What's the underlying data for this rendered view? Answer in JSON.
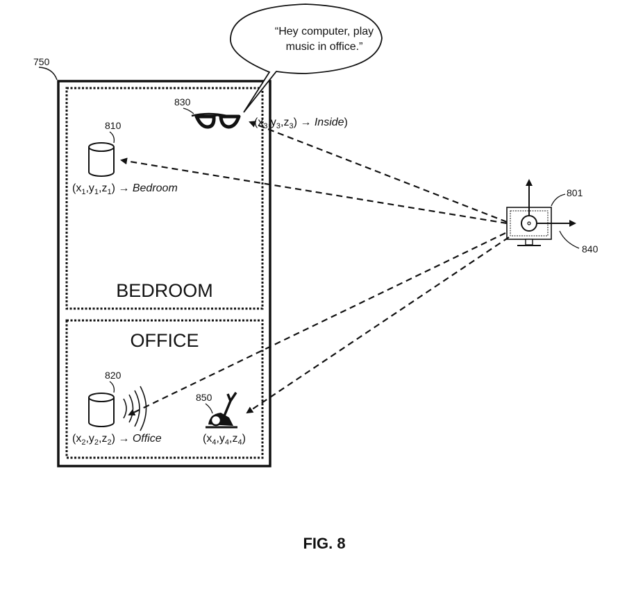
{
  "figure": {
    "caption": "FIG. 8"
  },
  "building": {
    "ref": "750"
  },
  "rooms": {
    "bedroom": {
      "label": "BEDROOM"
    },
    "office": {
      "label": "OFFICE"
    }
  },
  "speech_bubble": {
    "line1": "“Hey computer, play",
    "line2": "music in office.”"
  },
  "devices": {
    "camera": {
      "ref": "801"
    },
    "axes_ref": "840",
    "speaker_bedroom": {
      "ref": "810",
      "coord": {
        "x": "x",
        "xs": "1",
        "y": "y",
        "ys": "1",
        "z": "z",
        "zs": "1",
        "arrow": "→",
        "room": "Bedroom"
      }
    },
    "speaker_office": {
      "ref": "820",
      "coord": {
        "x": "x",
        "xs": "2",
        "y": "y",
        "ys": "2",
        "z": "z",
        "zs": "2",
        "arrow": "→",
        "room": "Office"
      }
    },
    "glasses": {
      "ref": "830",
      "coord": {
        "x": "x",
        "xs": "3",
        "y": "y",
        "ys": "3",
        "z": "z",
        "zs": "3",
        "arrow": "→",
        "room": "Inside"
      }
    },
    "exercise_bike": {
      "ref": "850",
      "coord": {
        "x": "x",
        "xs": "4",
        "y": "y",
        "ys": "4",
        "z": "z",
        "zs": "4"
      }
    }
  },
  "colors": {
    "line": "#111111",
    "background": "#ffffff"
  }
}
